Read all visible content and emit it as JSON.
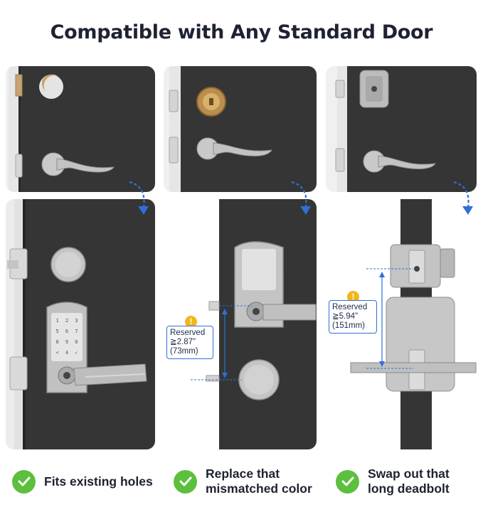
{
  "title": "Compatible with Any Standard Door",
  "callouts": [
    {
      "line1": "Reserved",
      "line2": "≧2.87\"",
      "line3": "(73mm)"
    },
    {
      "line1": "Reserved",
      "line2": "≧5.94\"",
      "line3": "(151mm)"
    }
  ],
  "keypad": [
    "1",
    "2",
    "3",
    "4",
    "5",
    "6",
    "7",
    "8",
    "9",
    "0",
    "<",
    "✓"
  ],
  "features": [
    {
      "line1": "Fits existing holes",
      "line2": "",
      "icon": "check-circle-icon"
    },
    {
      "line1": "Replace that",
      "line2": "mismatched color",
      "icon": "check-circle-icon"
    },
    {
      "line1": "Swap out that",
      "line2": "long deadbolt",
      "icon": "check-circle-icon"
    }
  ],
  "colors": {
    "door": "#353535",
    "accent": "#2f6fd8",
    "check": "#5cbf3d",
    "warning": "#f3b61a"
  }
}
